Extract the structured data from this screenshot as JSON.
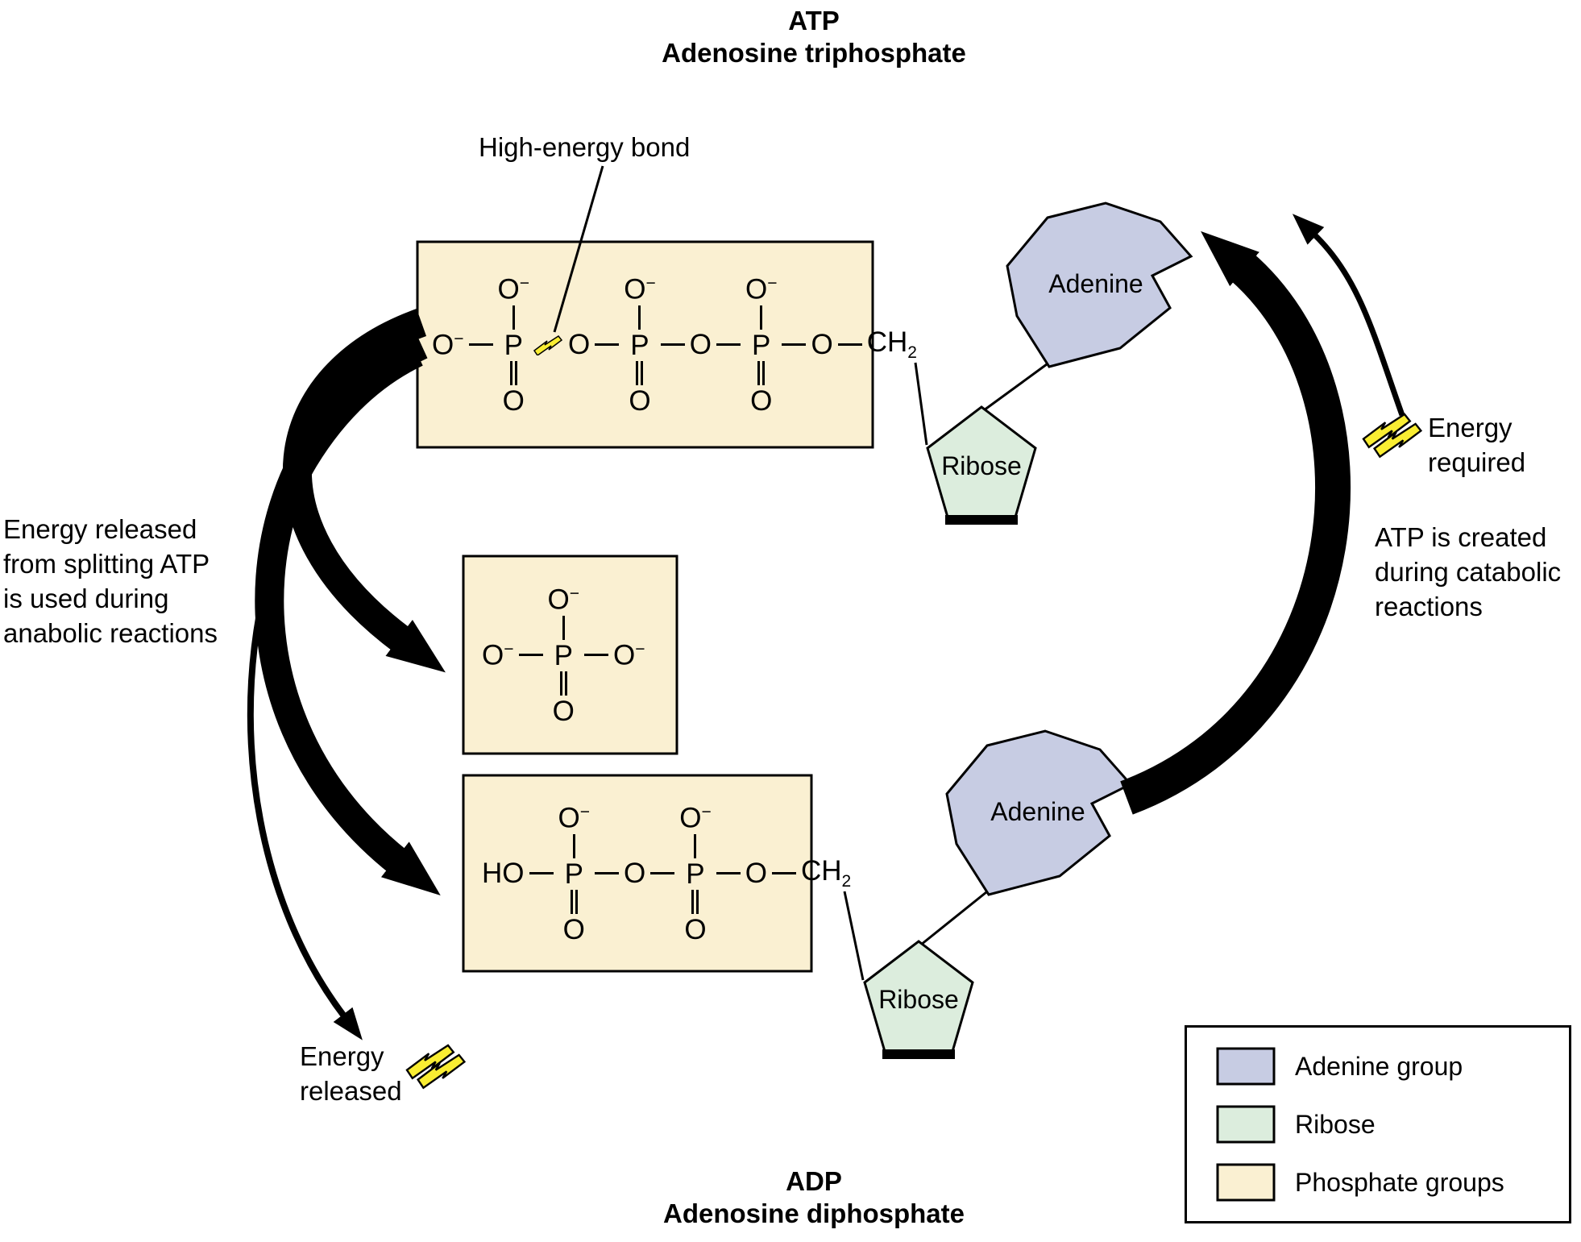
{
  "colors": {
    "phosphate": "#FAF0D2",
    "adenine": "#C7CCE3",
    "ribose": "#DCEDDD",
    "bolt": "#F9ED32",
    "outline": "#000000"
  },
  "header": {
    "abbr": "ATP",
    "full": "Adenosine triphosphate"
  },
  "footer": {
    "abbr": "ADP",
    "full": "Adenosine diphosphate"
  },
  "annotations": {
    "high_energy_bond": "High-energy bond",
    "left_note": [
      "Energy released",
      "from splitting ATP",
      "is used during",
      "anabolic reactions"
    ],
    "energy_released": [
      "Energy",
      "released"
    ],
    "energy_required": [
      "Energy",
      "required"
    ],
    "right_note": [
      "ATP is created",
      "during catabolic",
      "reactions"
    ]
  },
  "molecules": {
    "adenine": "Adenine",
    "ribose": "Ribose"
  },
  "atoms": {
    "o": "O",
    "p": "P",
    "minus": "−",
    "ho": "HO",
    "ch": "CH",
    "sub_two": "2"
  },
  "legend": {
    "adenine_label": "Adenine group",
    "ribose_label": "Ribose",
    "phosphate_label": "Phosphate groups"
  }
}
